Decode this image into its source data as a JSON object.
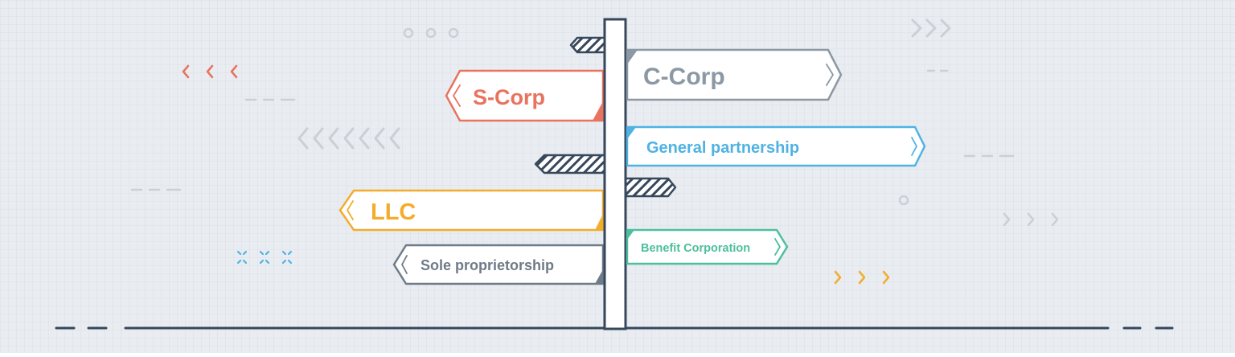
{
  "colors": {
    "background": "#e9edf1",
    "grid": "#d6dde6",
    "navy": "#37485c",
    "sign_fill": "#ffffff",
    "scorp": "#e8735f",
    "ccorp": "#8c98a4",
    "general": "#4fb2e3",
    "llc": "#f2ad2e",
    "benefit": "#4dbf9c",
    "sole": "#6e7b88",
    "deco_gray": "#c9d0d8",
    "deco_orange": "#f2ad2e",
    "deco_blue": "#4fb2e3"
  },
  "signs": {
    "scorp": {
      "label": "S-Corp",
      "direction": "left"
    },
    "ccorp": {
      "label": "C-Corp",
      "direction": "right"
    },
    "general": {
      "label": "General partnership",
      "direction": "right"
    },
    "llc": {
      "label": "LLC",
      "direction": "left"
    },
    "benefit": {
      "label": "Benefit Corporation",
      "direction": "right"
    },
    "sole": {
      "label": "Sole proprietorship",
      "direction": "left"
    }
  },
  "icons": {
    "chevron_left": "chevron-left-icon",
    "chevron_right": "chevron-right-icon",
    "circle": "circle-icon",
    "x_mark": "x-mark-icon"
  }
}
